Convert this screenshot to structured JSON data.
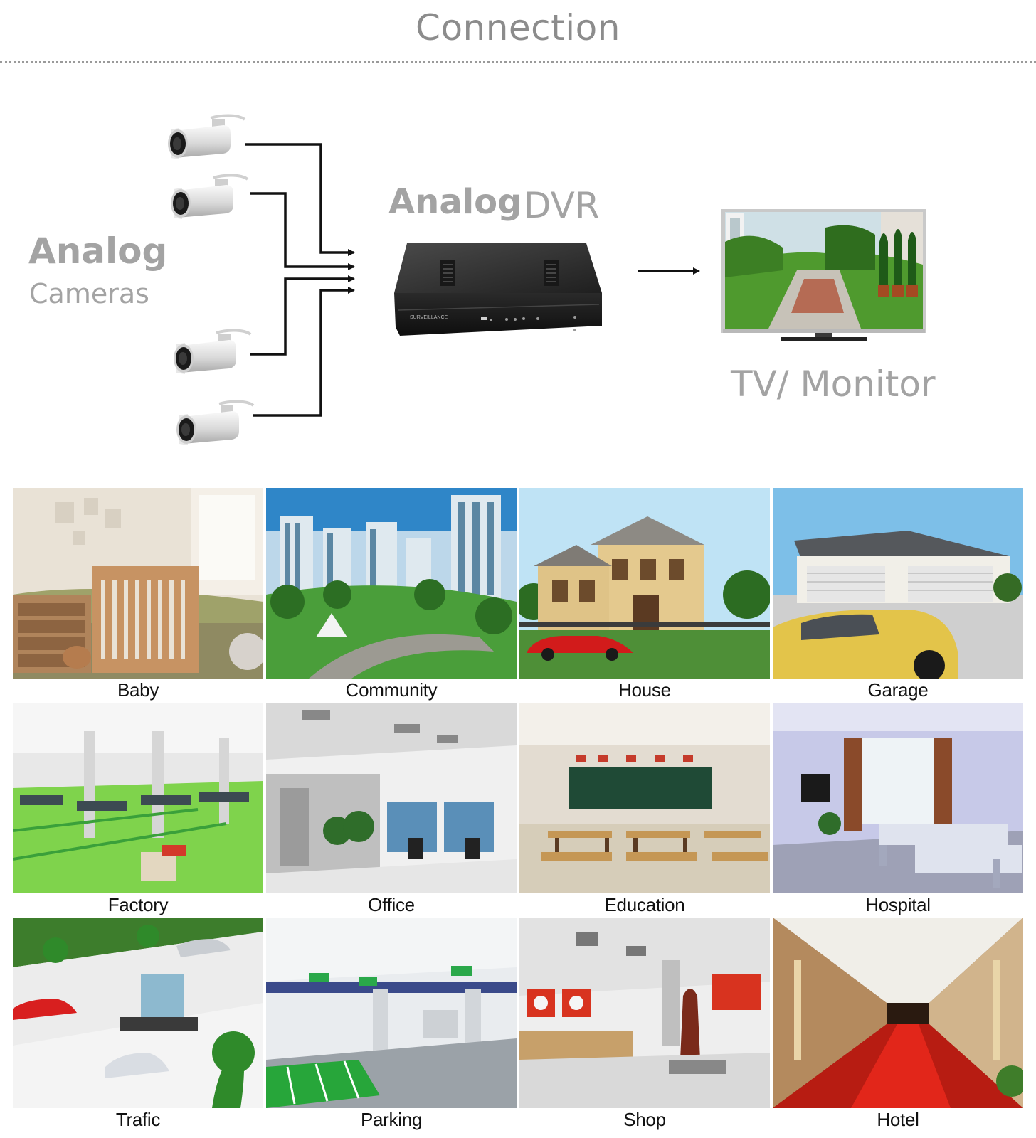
{
  "header": {
    "title": "Connection"
  },
  "diagram": {
    "cameras_label_line1": "Analog",
    "cameras_label_line2": "Cameras",
    "dvr_label_line1": "Analog",
    "dvr_label_line2": "DVR",
    "dvr_brand_text": "SURVEILLANCE",
    "monitor_label": "TV/ Monitor",
    "node_icons": [
      "camera-icon",
      "dvr-icon",
      "monitor-icon"
    ]
  },
  "applications": [
    {
      "label": "Baby",
      "scene": "nursery-scene"
    },
    {
      "label": "Community",
      "scene": "community-scene"
    },
    {
      "label": "House",
      "scene": "house-scene"
    },
    {
      "label": "Garage",
      "scene": "garage-scene"
    },
    {
      "label": "Factory",
      "scene": "factory-scene"
    },
    {
      "label": "Office",
      "scene": "office-scene"
    },
    {
      "label": "Education",
      "scene": "classroom-scene"
    },
    {
      "label": "Hospital",
      "scene": "hospital-scene"
    },
    {
      "label": "Trafic",
      "scene": "traffic-scene"
    },
    {
      "label": "Parking",
      "scene": "parking-scene"
    },
    {
      "label": "Shop",
      "scene": "shop-scene"
    },
    {
      "label": "Hotel",
      "scene": "hotel-scene"
    }
  ],
  "colors": {
    "label_gray": "#a3a3a3",
    "wire": "#111111",
    "dvr_body": "#2b2b2b",
    "grass": "#5aa53a",
    "sky": "#8fc8ea"
  }
}
